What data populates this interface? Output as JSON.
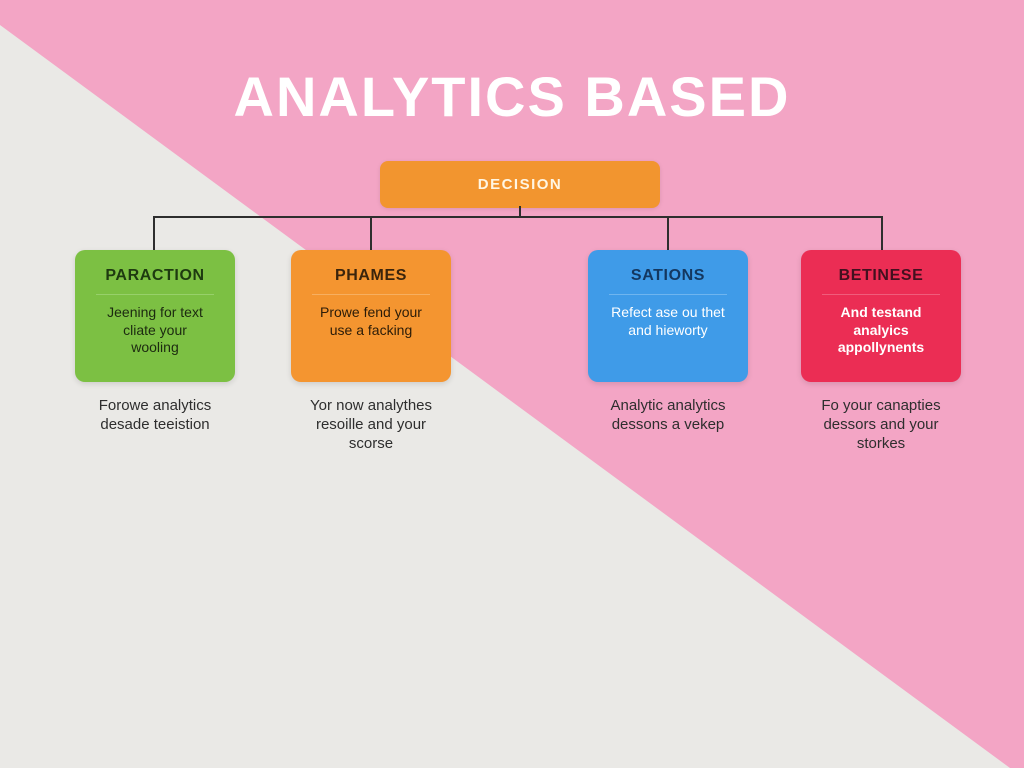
{
  "title": "ANALYTICS BASED",
  "background": {
    "pink": "#F3A5C5",
    "gray": "#EAE9E6"
  },
  "connector_color": "#2E2E2E",
  "caption_color": "#2E2E2E",
  "decision": {
    "label": "DECISION",
    "color": "#F2952F",
    "text_color": "#FFF6E3"
  },
  "branches": [
    {
      "title": "PARACTION",
      "body": "Jeening for text\ncliate your\nwooling",
      "caption": "Forowe analytics\ndesade teeistion",
      "color": "#7CC043",
      "title_color": "#1E3A10",
      "body_color": "#1C2A10",
      "body_weight": "normal",
      "divider_color": "#97D06A"
    },
    {
      "title": "PHAMES",
      "body": "Prowe fend your\nuse a facking",
      "caption": "Yor now analythes\nresoille and your\nscorse",
      "color": "#F49530",
      "title_color": "#3A240C",
      "body_color": "#2B1C08",
      "body_weight": "normal",
      "divider_color": "#F7AF60"
    },
    {
      "title": "SATIONS",
      "body": "Refect ase ou thet\nand hieworty",
      "caption": "Analytic analytics\ndessons a vekep",
      "color": "#3F9BE8",
      "title_color": "#14375F",
      "body_color": "#FFFFFF",
      "body_weight": "normal",
      "divider_color": "#6FB5EF"
    },
    {
      "title": "BETINESE",
      "body": "And testand\nanalyics\nappollynents",
      "caption": "Fo your canapties\ndessors and your\nstorkes",
      "color": "#EB2D54",
      "title_color": "#43101F",
      "body_color": "#FFFFFF",
      "body_weight": "bold",
      "divider_color": "#F05C7B"
    }
  ]
}
